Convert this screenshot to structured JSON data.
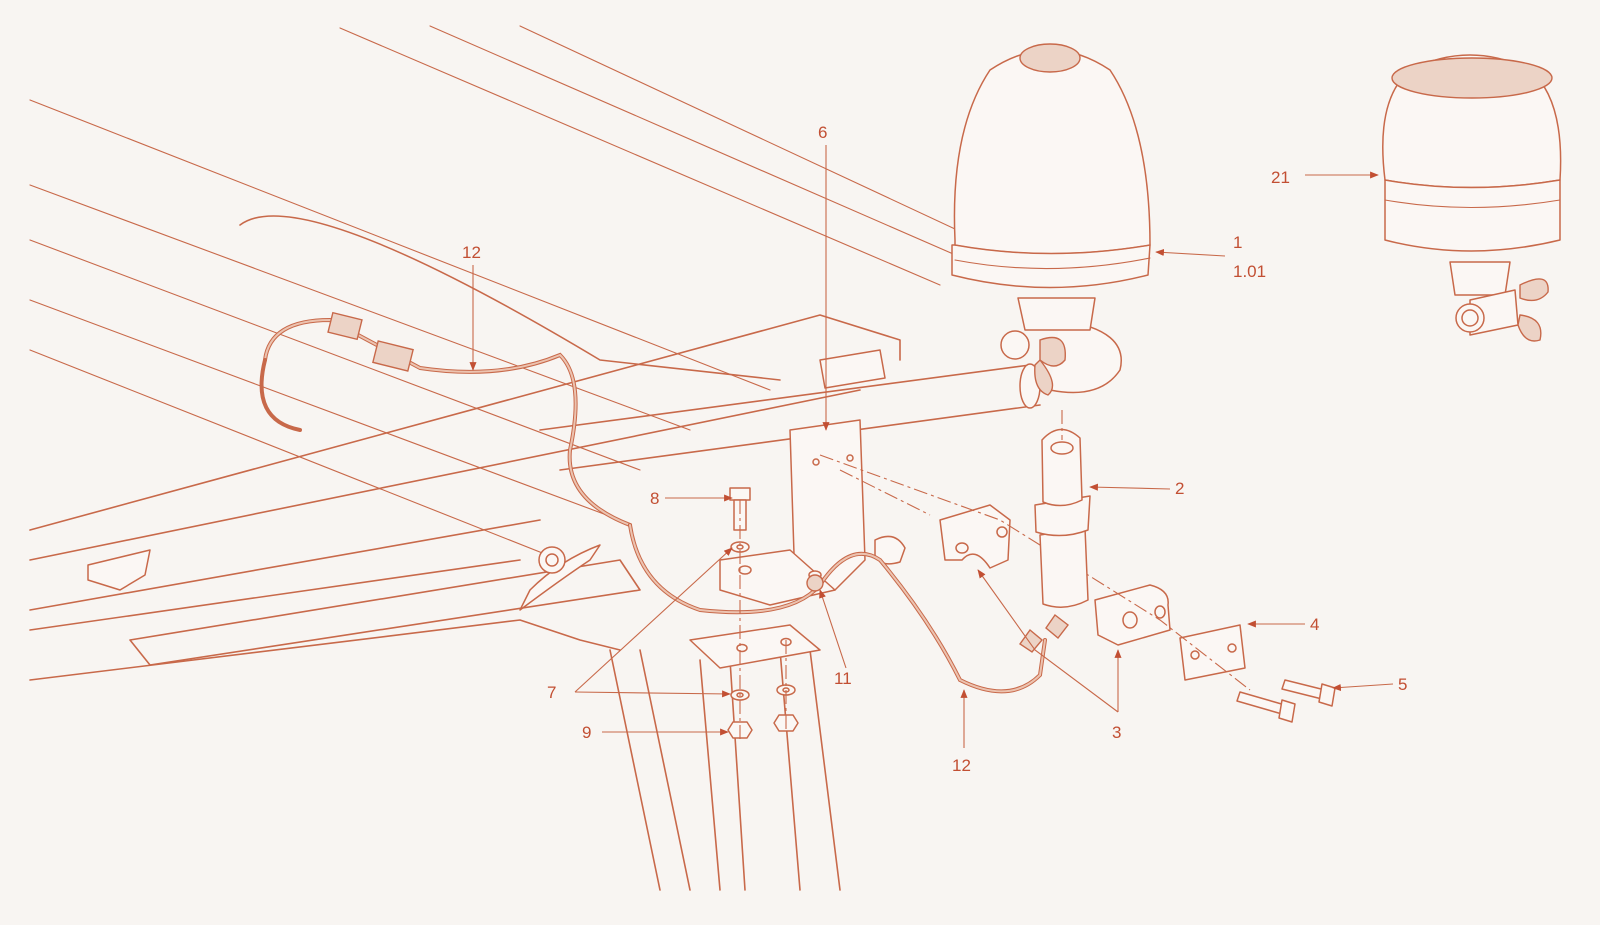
{
  "callouts": [
    {
      "id": "c6",
      "text": "6"
    },
    {
      "id": "c12a",
      "text": "12"
    },
    {
      "id": "c1",
      "text": "1"
    },
    {
      "id": "c101",
      "text": "1.01"
    },
    {
      "id": "c21",
      "text": "21"
    },
    {
      "id": "c2",
      "text": "2"
    },
    {
      "id": "c8",
      "text": "8"
    },
    {
      "id": "c4",
      "text": "4"
    },
    {
      "id": "c5",
      "text": "5"
    },
    {
      "id": "c7",
      "text": "7"
    },
    {
      "id": "c11",
      "text": "11"
    },
    {
      "id": "c12b",
      "text": "12"
    },
    {
      "id": "c3",
      "text": "3"
    },
    {
      "id": "c9",
      "text": "9"
    }
  ],
  "colors": {
    "line": "#c8694a",
    "label": "#c24f33",
    "background": "#f8f5f2"
  }
}
